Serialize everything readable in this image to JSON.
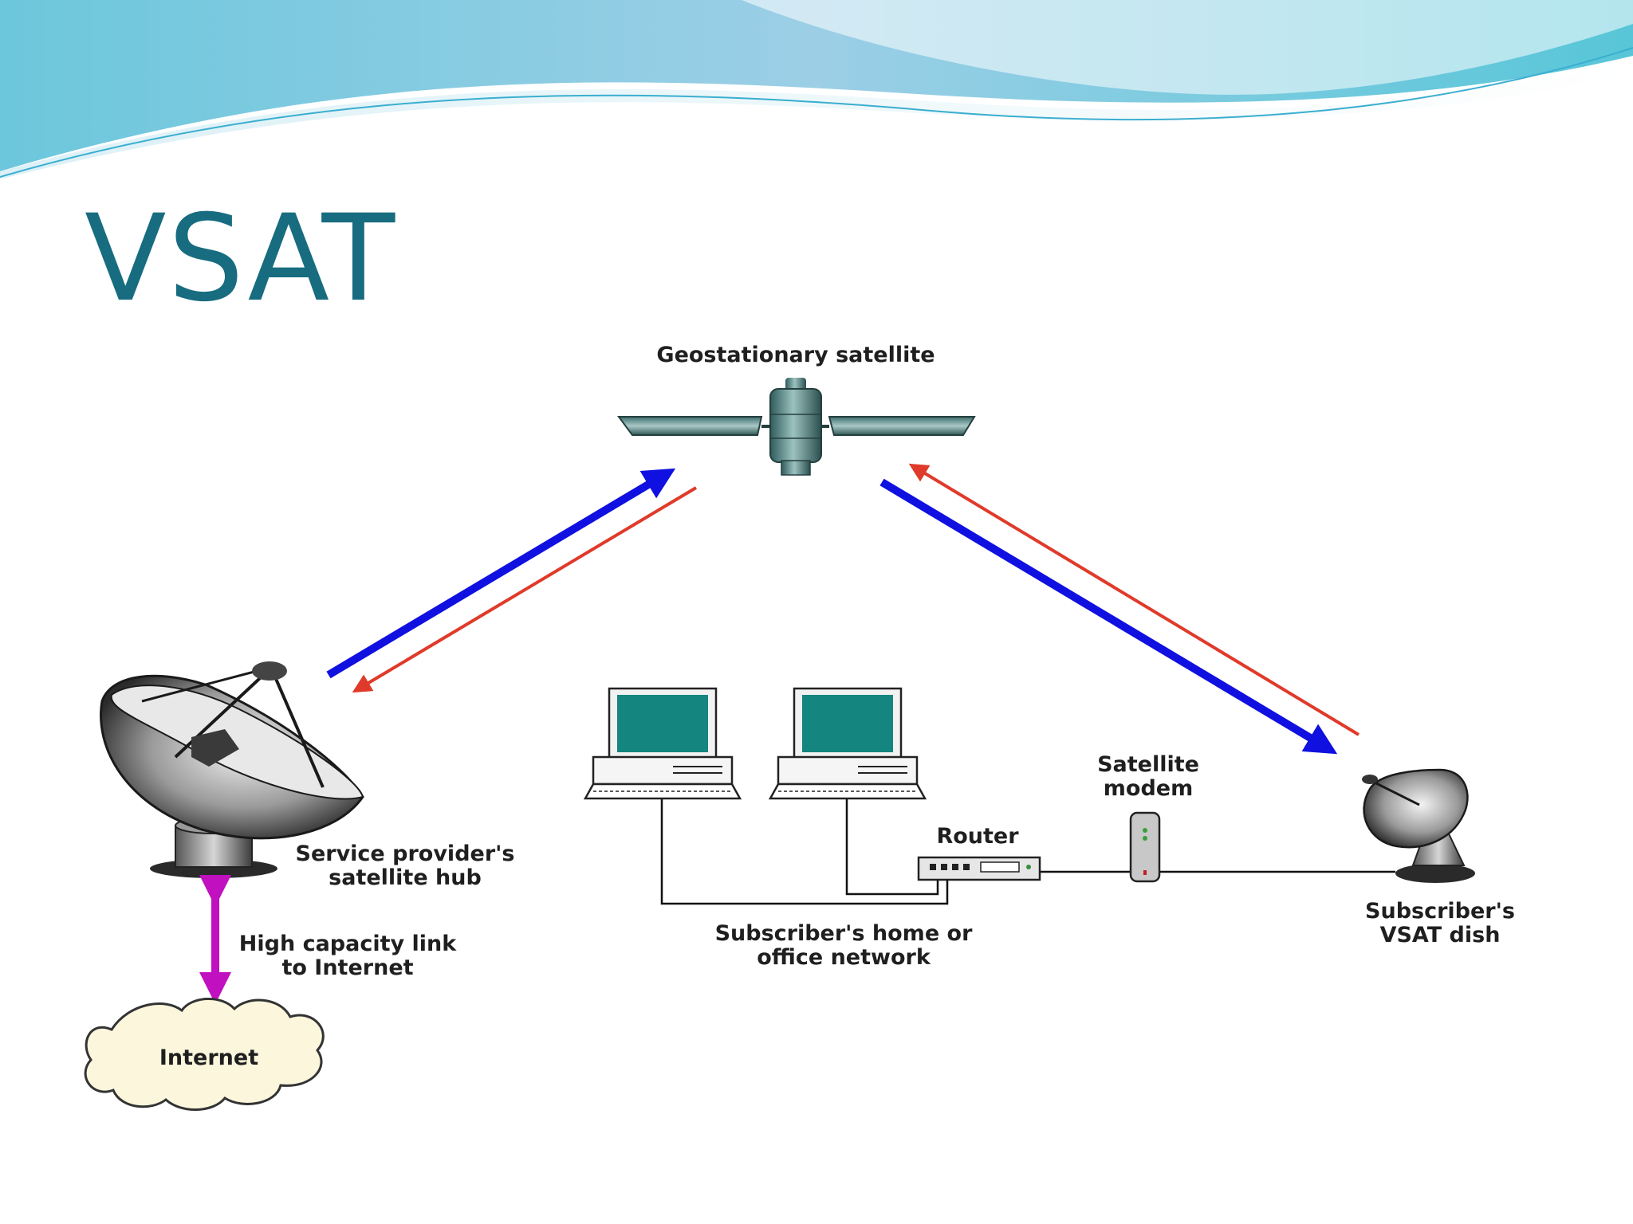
{
  "slide": {
    "title": "VSAT",
    "title_color": "#176c80",
    "header_wave_colors": [
      "#7fc8de",
      "#5cc3d8",
      "#bfe6f0"
    ]
  },
  "diagram": {
    "labels": {
      "satellite": "Geostationary satellite",
      "hub_line1": "Service provider's",
      "hub_line2": "satellite hub",
      "link_line1": "High capacity link",
      "link_line2": "to Internet",
      "internet": "Internet",
      "router": "Router",
      "modem_line1": "Satellite",
      "modem_line2": "modem",
      "network_line1": "Subscriber's home or",
      "network_line2": "office network",
      "vsat_line1": "Subscriber's",
      "vsat_line2": "VSAT dish"
    },
    "colors": {
      "uplink": "#1010e0",
      "downlink": "#e03a2a",
      "internet_link": "#c010c0",
      "screen": "#14857f",
      "cloud": "#fbf6dc"
    },
    "icons": [
      "satellite-icon",
      "hub-dish-icon",
      "internet-cloud-icon",
      "computer-icon",
      "router-icon",
      "modem-icon",
      "vsat-dish-icon"
    ]
  }
}
